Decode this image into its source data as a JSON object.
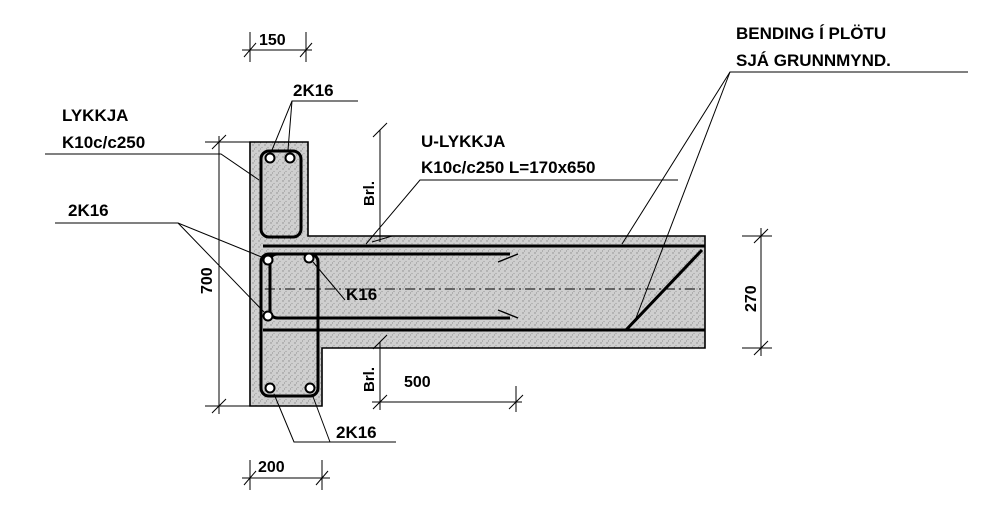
{
  "labels": {
    "top_width": "150",
    "top_bars": "2K16",
    "stirrup_title": "LYKKJA",
    "stirrup_spec": "K10c/c250",
    "ubar_title": "U-LYKKJA",
    "ubar_spec": "K10c/c250 L=170x650",
    "slab_note_1": "BENDING Í PLÖTU",
    "slab_note_2": "SJÁ GRUNNMYND.",
    "side_bars": "2K16",
    "mid_bar": "K16",
    "height": "700",
    "slab_thickness": "270",
    "brl_top": "Brl.",
    "brl_bottom": "Brl.",
    "lap_length": "500",
    "bottom_bars": "2K16",
    "bottom_width": "200"
  }
}
